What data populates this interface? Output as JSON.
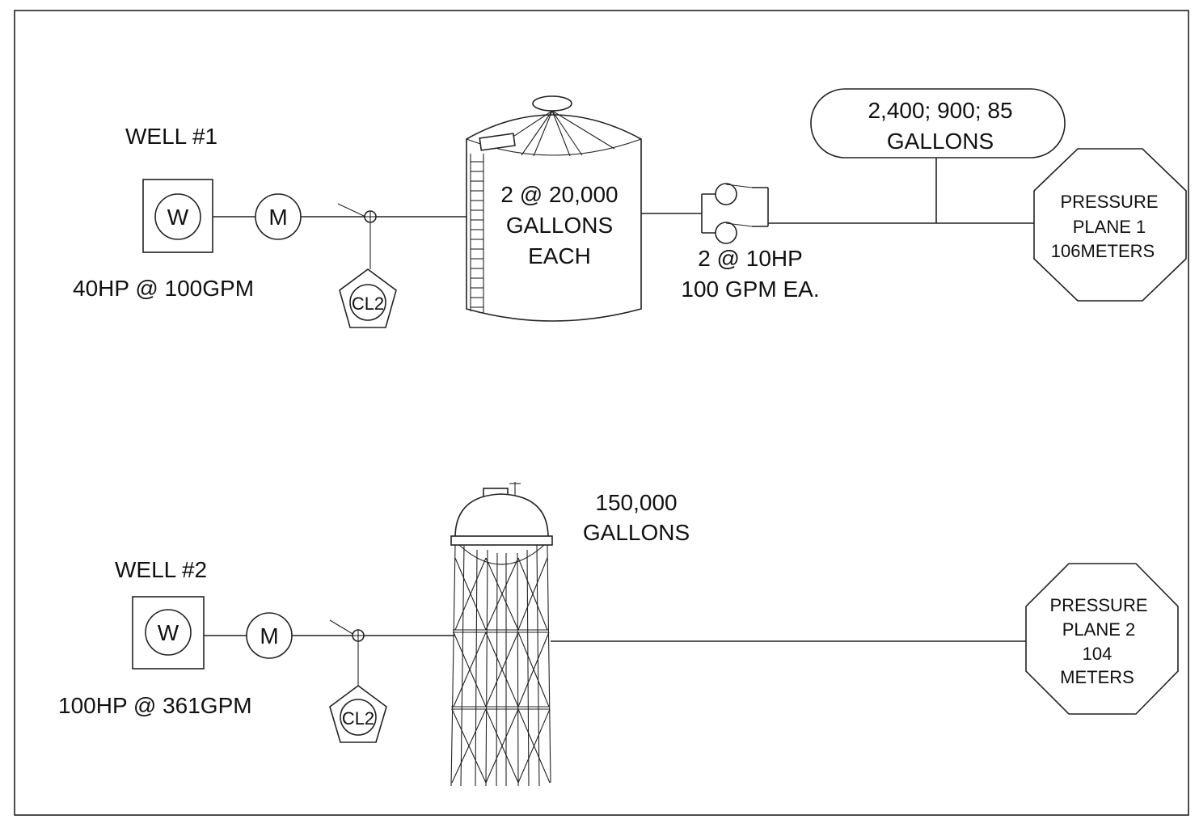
{
  "well1": {
    "title": "WELL #1",
    "well_symbol": "W",
    "motor_symbol": "M",
    "rating": "40HP @ 100GPM",
    "chlorinator": "CL2",
    "storage": {
      "line1": "2 @ 20,000",
      "line2": "GALLONS",
      "line3": "EACH"
    },
    "booster": {
      "line1": "2 @ 10HP",
      "line2": "100 GPM EA."
    },
    "hydro_tanks": {
      "line1": "2,400; 900; 85",
      "line2": "GALLONS"
    },
    "pressure_plane": {
      "line1": "PRESSURE",
      "line2": "PLANE 1",
      "line3": "106METERS"
    }
  },
  "well2": {
    "title": "WELL #2",
    "well_symbol": "W",
    "motor_symbol": "M",
    "rating": "100HP @ 361GPM",
    "chlorinator": "CL2",
    "tower": {
      "line1": "150,000",
      "line2": "GALLONS"
    },
    "pressure_plane": {
      "line1": "PRESSURE",
      "line2": "PLANE 2",
      "line3": "104",
      "line4": "METERS"
    }
  }
}
